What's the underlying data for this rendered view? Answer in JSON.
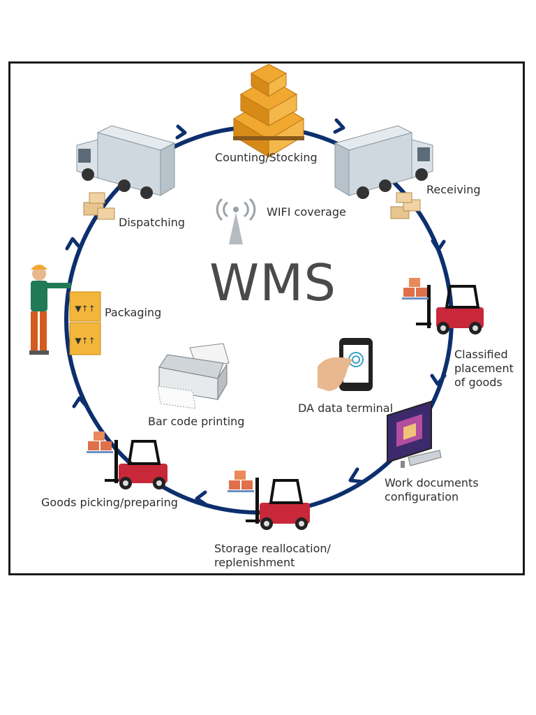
{
  "title": "WMS",
  "steps": {
    "counting": "Counting/Stocking",
    "receiving": "Receiving",
    "classified": "Classified\nplacement\nof goods",
    "work_docs": "Work documents\nconfiguration",
    "storage": "Storage reallocation/\nreplenishment",
    "picking": "Goods picking/preparing",
    "packaging": "Packaging",
    "dispatching": "Dispatching"
  },
  "features": {
    "wifi": "WIFI coverage",
    "terminal": "DA data terminal",
    "barcode": "Bar code printing"
  },
  "colors": {
    "cycle": "#0d2f6e",
    "box": "#f0a830",
    "forklift_red": "#c8283a",
    "truck": "#d5dde4"
  }
}
